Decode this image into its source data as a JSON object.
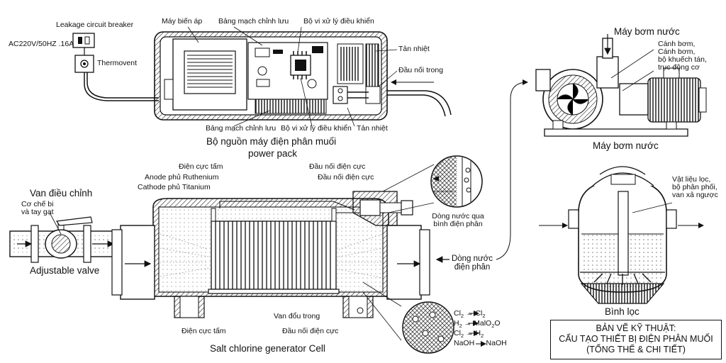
{
  "power_pack": {
    "breaker_label": "Leakage circuit breaker",
    "power_spec": "AC220V/50HZ .16A",
    "thermovent": "Thermovent",
    "transformer": "Máy biến áp",
    "rectifier_board_top": "Bảng mạch chỉnh lưu",
    "controller_top": "Bộ vi xử lý điều khiển",
    "heatsink_right": "Tản nhiệt",
    "inner_connector": "Đầu nối trong",
    "rectifier_board_bottom": "Bảng mạch chỉnh lưu",
    "controller_bottom": "Bộ vi xử lý điều khiển",
    "heatsink_bottom": "Tản nhiệt",
    "caption_vi": "Bộ nguồn máy điện phân muối",
    "caption_en": "power pack"
  },
  "cell": {
    "electrode_plate_top": "Điện cực tấm",
    "anode": "Anode phủ Ruthenium",
    "cathode": "Cathode phủ Titanium",
    "terminal_top_1": "Đầu nối điện cực",
    "terminal_top_2": "Đầu nối điện cực",
    "flow_through_cell": [
      "Dòng nước qua",
      "bình điện phân"
    ],
    "water_flow": [
      "Dòng nước",
      "điện phân"
    ],
    "electrode_plate_bottom": "Điện cực tấm",
    "inner_guide": "Van đổu trong",
    "terminal_bottom": "Đầu nối điện cực",
    "caption": "Salt chlorine generator Cell"
  },
  "valve": {
    "title": "Van điều chỉnh",
    "mechanism": [
      "Cơ chế bi",
      "và tay gạt"
    ],
    "caption": "Adjustable valve"
  },
  "reactions": [
    {
      "left": "Cl",
      "left_sub": "2",
      "right": "Cl",
      "right_sub": "2",
      "right_extra": ""
    },
    {
      "left": "H",
      "left_sub": "2",
      "right": "MalO",
      "right_sub": "2",
      "right_extra": "O"
    },
    {
      "left": "Cl",
      "left_sub": "2",
      "right": "H",
      "right_sub": "2",
      "right_extra": ""
    },
    {
      "left": "NaOH",
      "left_sub": "",
      "right": "NaOH",
      "right_sub": "",
      "right_extra": ""
    }
  ],
  "pump": {
    "title": "Máy bơm nước",
    "parts": [
      "Cánh bơm,",
      "Cánh bơm,",
      "bộ khuếch tán,",
      "trục động cơ"
    ],
    "caption": "Máy bơm nước"
  },
  "filter": {
    "parts": [
      "Vật liệu lọc,",
      "bộ phân phối,",
      "van xả ngược"
    ],
    "caption": "Bình lọc"
  },
  "title_block": {
    "line1": "BẢN VẼ KỸ THUẬT:",
    "line2": "CẤU TẠO THIẾT BỊ ĐIỆN PHÂN MUỐI",
    "line3": "(TỔNG THỂ & CHI TIẾT)"
  }
}
